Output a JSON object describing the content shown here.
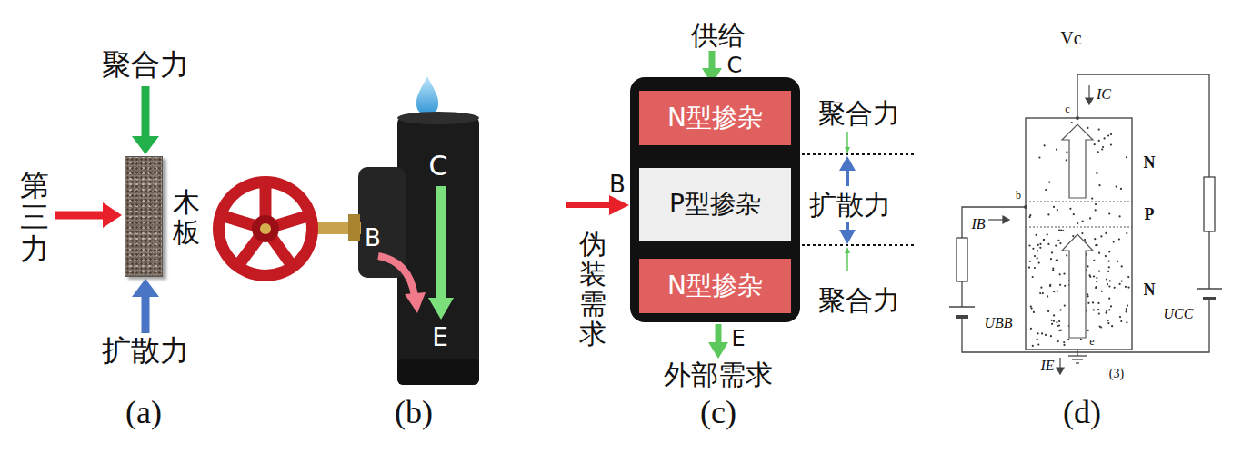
{
  "diagram": {
    "nodes": [
      {
        "text": [
          "木板"
        ]
      },
      {
        "text": [
          "N型掺杂"
        ]
      },
      {
        "text": [
          "P型掺杂"
        ]
      },
      {
        "text": [
          "N型掺杂"
        ]
      }
    ],
    "labels": [
      "聚合力",
      "第三力",
      "扩散力",
      "(a)",
      "C",
      "B",
      "E",
      "(b)",
      "供给",
      "C",
      "B",
      "伪装需求",
      "E",
      "外部需求",
      "聚合力",
      "扩散力",
      "聚合力",
      "(c)",
      "Vc",
      "IC",
      "c",
      "N",
      "P",
      "N",
      "b",
      "IB",
      "UBB",
      "IE",
      "e",
      "UCC",
      "(3)",
      "(d)"
    ]
  }
}
